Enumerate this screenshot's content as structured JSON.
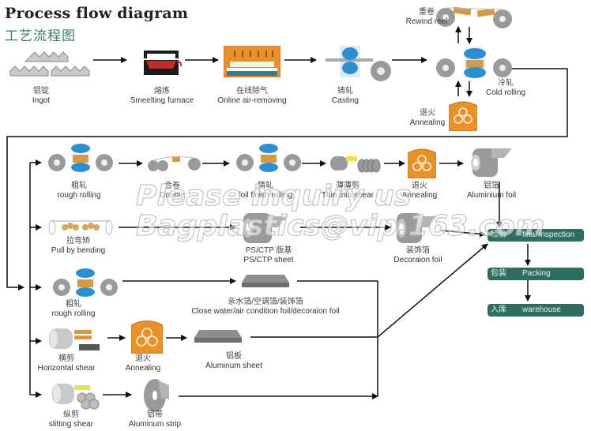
{
  "title": {
    "en": "Process flow diagram",
    "cn": "工艺流程图"
  },
  "colors": {
    "teal_box": "#2f6d61",
    "annealing_orange": "#e8902a",
    "roller_blue": "#2e8fd0",
    "title_cn": "#3f7c74"
  },
  "main_line": [
    {
      "id": "ingot",
      "cn": "铝锭",
      "en": "Ingot",
      "icon": "ingot-icon"
    },
    {
      "id": "smelting",
      "cn": "熔炼",
      "en": "Smeelting furnace",
      "icon": "furnace-icon"
    },
    {
      "id": "air-removing",
      "cn": "在线除气",
      "en": "Online air-removing",
      "icon": "degassing-icon"
    },
    {
      "id": "casting",
      "cn": "铸轧",
      "en": "Casting",
      "icon": "casting-roller-icon"
    },
    {
      "id": "cold-rolling",
      "cn": "冷轧",
      "en": "Cold rolling",
      "icon": "rolling-mill-icon"
    },
    {
      "id": "rewind",
      "cn": "重卷",
      "en": "Rewind reel",
      "icon": "rewind-reel-icon"
    },
    {
      "id": "annealing-top",
      "cn": "退火",
      "en": "Annealing",
      "icon": "annealing-furnace-icon"
    }
  ],
  "foil_line": [
    {
      "id": "rough-rolling-1",
      "cn": "粗轧",
      "en": "rough rolling",
      "icon": "rolling-mill-icon"
    },
    {
      "id": "double",
      "cn": "合卷",
      "en": "Double",
      "icon": "doubling-icon"
    },
    {
      "id": "foil-finish",
      "cn": "精轧",
      "en": "foil finish rolling",
      "icon": "rolling-mill-icon"
    },
    {
      "id": "thin-shear",
      "cn": "薄薄剪",
      "en": "Thin thin shear",
      "icon": "slitter-icon"
    },
    {
      "id": "annealing-foil",
      "cn": "退火",
      "en": "Annealing",
      "icon": "annealing-furnace-icon"
    },
    {
      "id": "aluminium-foil",
      "cn": "铝箔",
      "en": "Aluminium foil",
      "icon": "foil-roll-icon"
    }
  ],
  "bending_line": [
    {
      "id": "pull-bending",
      "cn": "拉弯矫",
      "en": "Pull by bending",
      "icon": "tension-leveler-icon"
    },
    {
      "id": "ps-ctp",
      "cn": "PS/CTP 版基",
      "en": "PS/CTP sheet",
      "icon": "coil-icon"
    },
    {
      "id": "decoration",
      "cn": "装饰箔",
      "en": "Decoraion foil",
      "icon": "coil-icon"
    }
  ],
  "rough_line": [
    {
      "id": "rough-rolling-2",
      "cn": "粗轧",
      "en": "rough rolling",
      "icon": "rolling-mill-icon"
    },
    {
      "id": "close-water",
      "cn": "亲水箔/空调箔/装饰箔",
      "en": "Close water/air condition foil/decoraion foil",
      "icon": "sheet-stack-icon"
    }
  ],
  "shear_line": [
    {
      "id": "horizontal-shear",
      "cn": "横剪",
      "en": "Horizontal shear",
      "icon": "shear-icon"
    },
    {
      "id": "annealing-sheet",
      "cn": "退火",
      "en": "Annealing",
      "icon": "annealing-furnace-icon"
    },
    {
      "id": "aluminum-sheet",
      "cn": "铝板",
      "en": "Aluminum sheet",
      "icon": "sheet-stack-icon"
    }
  ],
  "strip_line": [
    {
      "id": "slitting",
      "cn": "纵剪",
      "en": "slitting shear",
      "icon": "slitter-icon"
    },
    {
      "id": "strip",
      "cn": "铝带",
      "en": "Aluminum strip",
      "icon": "strip-roll-icon"
    }
  ],
  "final_steps": [
    {
      "cn": "检验",
      "en": "final inspection"
    },
    {
      "cn": "包装",
      "en": "Packing"
    },
    {
      "cn": "入库",
      "en": "warehouse"
    }
  ],
  "watermark": {
    "line1": "Please inquiry us",
    "line2": "Bagplastics@vip.163.com"
  }
}
